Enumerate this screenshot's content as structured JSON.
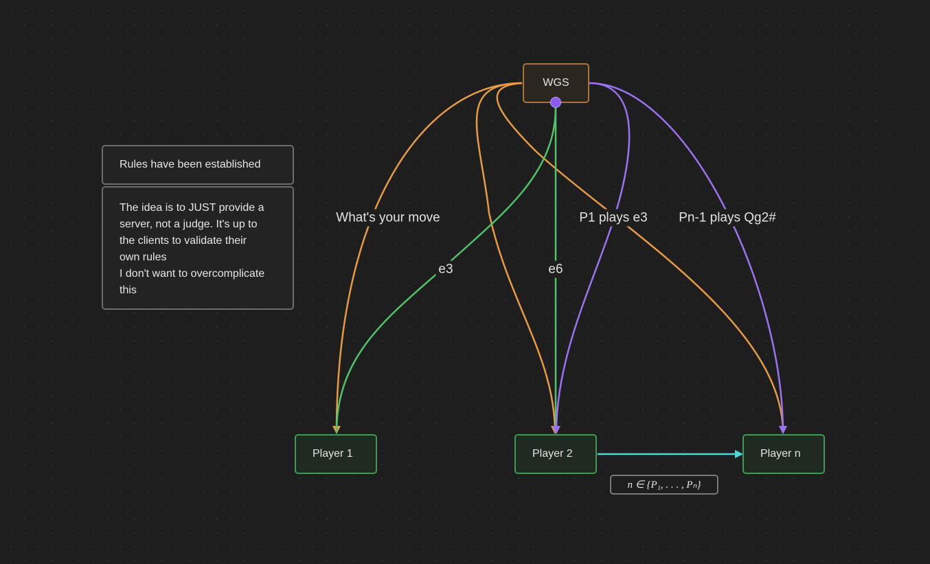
{
  "nodes": {
    "wgs": "WGS",
    "player1": "Player 1",
    "player2": "Player 2",
    "playern": "Player n"
  },
  "notes": {
    "title": "Rules have been established",
    "body": [
      "The idea is to JUST provide a",
      "server, not a judge. It's up to",
      "the clients to validate their",
      "own rules",
      "I don't want to overcomplicate",
      "this"
    ]
  },
  "edge_labels": {
    "whats_your_move": "What's your move",
    "e3": "e3",
    "e6": "e6",
    "p1_plays": "P1 plays e3",
    "pn1_plays": "Pn-1 plays Qg2#"
  },
  "math": "n ∈ {P₁, . . . , Pₙ}",
  "colors": {
    "orange": "#e89b45",
    "green": "#4fc46a",
    "purple": "#9b72f2",
    "cyan": "#4fd8d8",
    "background": "#1e1e1e"
  }
}
